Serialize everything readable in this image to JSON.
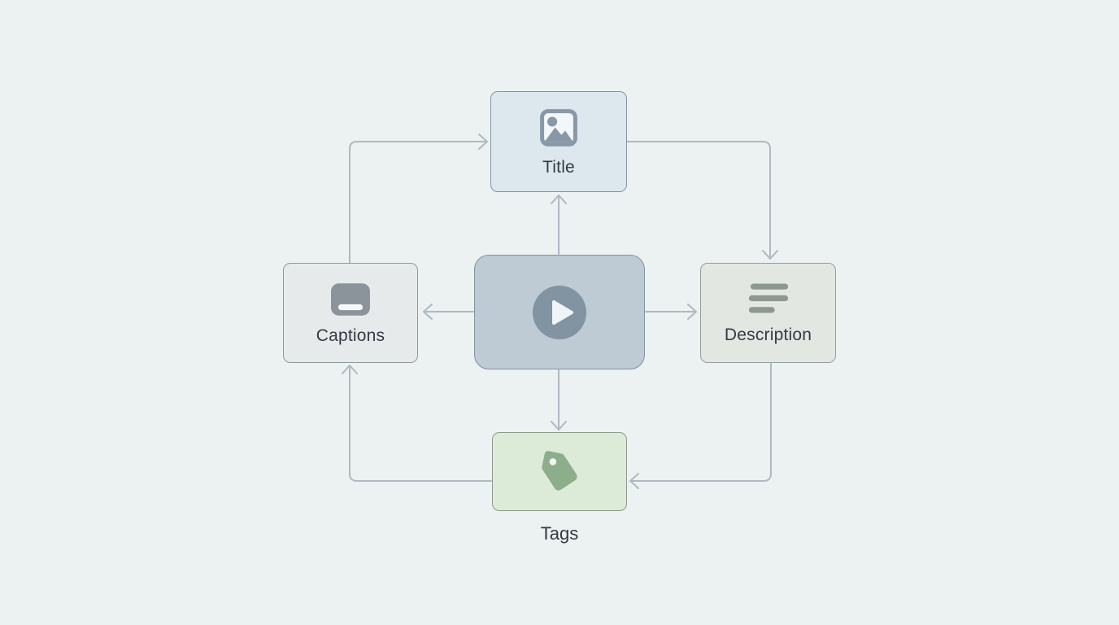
{
  "diagram": {
    "background_color": "#ecf1f2",
    "connector_color": "#b0b9c0",
    "label_color": "#333b42",
    "nodes": {
      "video": {
        "label": "",
        "icon": "play-icon",
        "fill": "#bfcbd4",
        "border_color": "#83929e",
        "icon_color": "#8293a1"
      },
      "title": {
        "label": "Title",
        "icon": "image-icon",
        "fill": "#dde7ee",
        "border_color": "#8394a2",
        "icon_color": "#8898a7"
      },
      "captions": {
        "label": "Captions",
        "icon": "captions-icon",
        "fill": "#e7eaeb",
        "border_color": "#8f979e",
        "icon_color": "#8b939b"
      },
      "description": {
        "label": "Description",
        "icon": "text-lines-icon",
        "fill": "#e3e7e2",
        "border_color": "#969e9a",
        "icon_color": "#8f9793"
      },
      "tags": {
        "label": "Tags",
        "icon": "tag-icon",
        "fill": "#dcead8",
        "border_color": "#8f988c",
        "icon_color": "#8cae8a"
      }
    },
    "edges": [
      {
        "from": "captions",
        "to": "title"
      },
      {
        "from": "title",
        "to": "description"
      },
      {
        "from": "video",
        "to": "title"
      },
      {
        "from": "video",
        "to": "captions"
      },
      {
        "from": "video",
        "to": "description"
      },
      {
        "from": "video",
        "to": "tags"
      },
      {
        "from": "description",
        "to": "tags"
      },
      {
        "from": "tags",
        "to": "captions"
      }
    ]
  }
}
